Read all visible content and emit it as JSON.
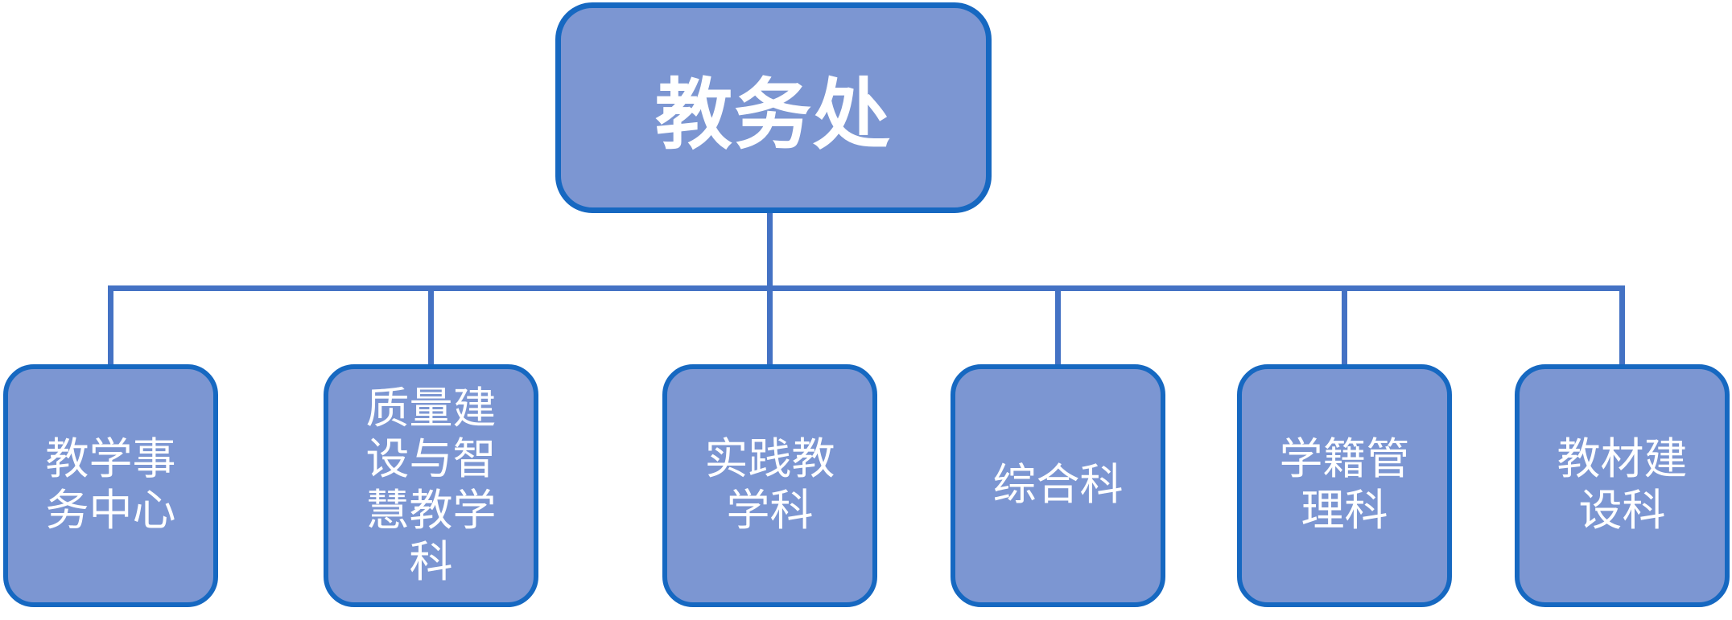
{
  "diagram": {
    "type": "org-chart",
    "root": {
      "label": "教务处"
    },
    "children": [
      {
        "label": "教学事\n务中心"
      },
      {
        "label": "质量建\n设与智\n慧教学\n科"
      },
      {
        "label": "实践教\n学科"
      },
      {
        "label": "综合科"
      },
      {
        "label": "学籍管\n理科"
      },
      {
        "label": "教材建\n设科"
      }
    ],
    "colors": {
      "node_fill": "#7C96D2",
      "node_border": "#1668C1",
      "connector": "#4472C4",
      "text": "#FFFFFF"
    }
  }
}
